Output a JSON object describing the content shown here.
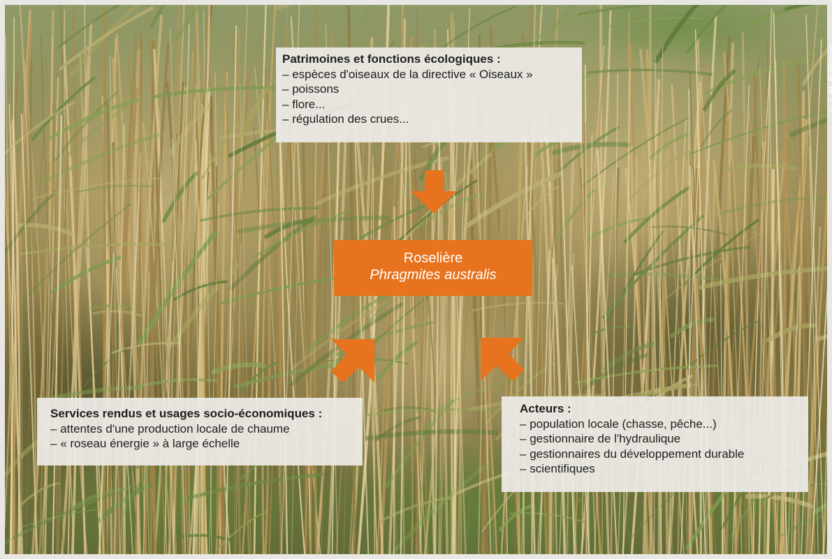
{
  "central": {
    "name": "Roselière",
    "species": "Phragmites australis",
    "color": "#e8731e"
  },
  "patrimoines": {
    "title": "Patrimoines et fonctions écologiques :",
    "items": [
      "espèces d'oiseaux de la directive « Oiseaux »",
      "poissons",
      "flore...",
      "régulation des crues..."
    ]
  },
  "services": {
    "title": "Services rendus et usages socio-économiques :",
    "items": [
      "attentes d'une production locale de chaume",
      "« roseau énergie » à large échelle"
    ]
  },
  "acteurs": {
    "title": "Acteurs :",
    "items": [
      "population locale (chasse, pêche...)",
      "gestionnaire de l'hydraulique",
      "gestionnaires du développement durable",
      "scientifiques"
    ]
  },
  "credit": "© J.-M. Bullisson",
  "colors": {
    "arrow": "#e8731e",
    "box_background": "#eceae6",
    "border": "#e9e7e3"
  }
}
